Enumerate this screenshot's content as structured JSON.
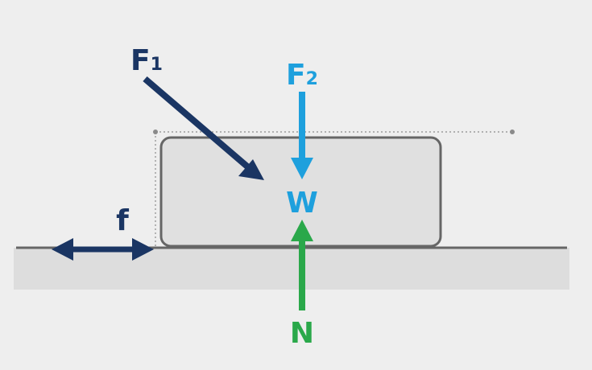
{
  "labels": {
    "f1_main": "F",
    "f1_sub": "1",
    "f2_main": "F",
    "f2_sub": "2",
    "weight": "W",
    "normal": "N",
    "friction": "f"
  },
  "colors": {
    "background": "#eeeeee",
    "ground": "#dddddd",
    "ground_line": "#666666",
    "block_fill": "#e0e0e0",
    "block_stroke": "#666666",
    "guide": "#8a8a8a",
    "f1": "#1a3563",
    "f2": "#1ea0dd",
    "weight": "#1ea0dd",
    "normal": "#2aa84a",
    "friction": "#1a3563"
  }
}
